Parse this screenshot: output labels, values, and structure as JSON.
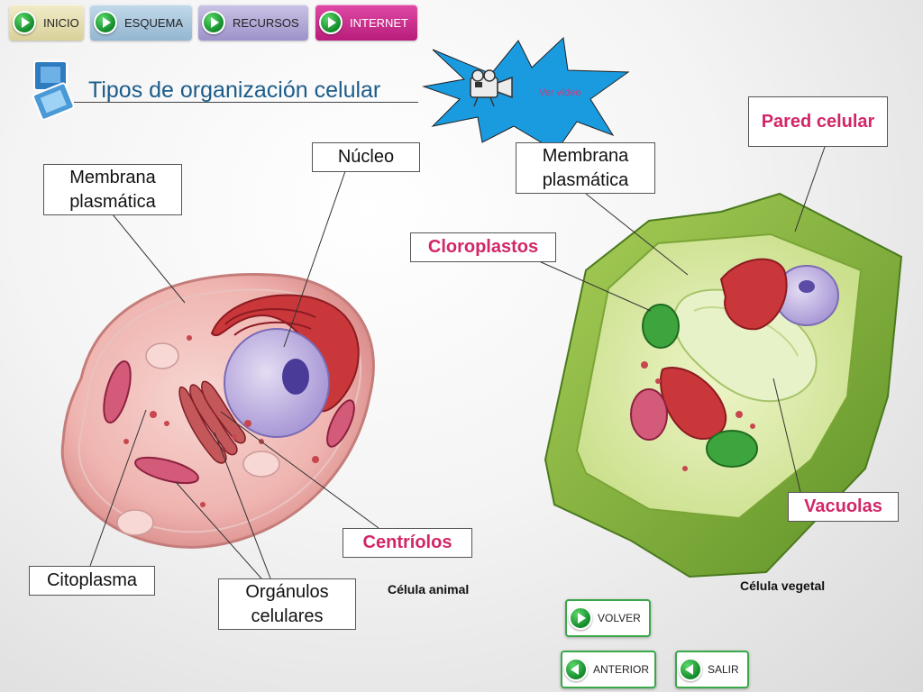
{
  "nav": {
    "inicio": "INICIO",
    "esquema": "ESQUEMA",
    "recursos": "RECURSOS",
    "internet": "INTERNET"
  },
  "title": "Tipos de organización celular",
  "video": {
    "label": "Ver vídeo"
  },
  "animal": {
    "caption": "Célula animal",
    "labels": {
      "membrana": "Membrana plasmática",
      "nucleo": "Núcleo",
      "centriolos": "Centríolos",
      "citoplasma": "Citoplasma",
      "organulos": "Orgánulos celulares"
    }
  },
  "vegetal": {
    "caption": "Célula vegetal",
    "labels": {
      "pared": "Pared celular",
      "membrana": "Membrana plasmática",
      "cloroplastos": "Cloroplastos",
      "vacuolas": "Vacuolas"
    }
  },
  "buttons": {
    "volver": "VOLVER",
    "anterior": "ANTERIOR",
    "salir": "SALIR"
  },
  "colors": {
    "accent_pink": "#d22668",
    "title_blue": "#1c5c8a",
    "play_green": "#128a2a",
    "nav_inicio": "#e6e0b4",
    "nav_esquema": "#a9c7dd",
    "nav_recursos": "#b3a9d8",
    "nav_internet": "#cf2a8f"
  },
  "icons": [
    "play-icon",
    "slides-icon",
    "video-camera-icon",
    "back-arrow-icon"
  ]
}
